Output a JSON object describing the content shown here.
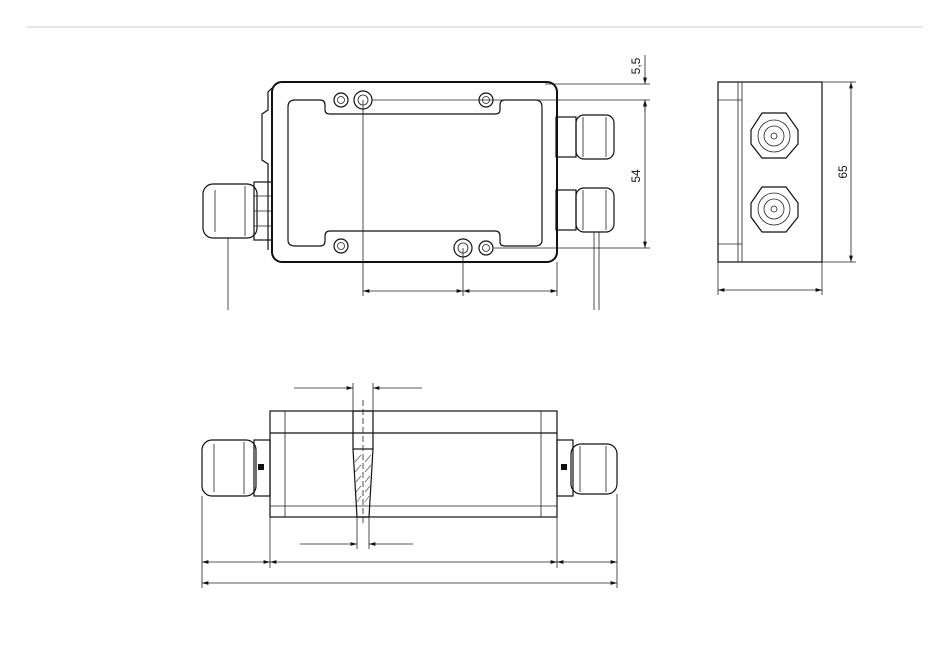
{
  "dimensions": {
    "top_offset": "5,5",
    "hole_spacing": "54",
    "height": "65"
  },
  "colors": {
    "line": "#111111",
    "frame_rule": "#cccccc",
    "background": "#ffffff"
  }
}
